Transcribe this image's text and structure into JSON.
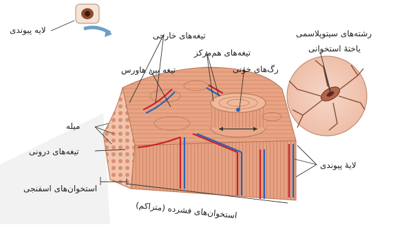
{
  "labels": {
    "connective_layer_top": "لایه پیوندی",
    "outer_lamellae": "تیغه‌های خارجی",
    "concentric_lamellae": "تیغه‌های هم‌مرکز",
    "havers_lamella": "تیغه بین هاورس",
    "blood_vessels": "رگ‌های خونی",
    "cytoplasmic_strands": "رشته‌های سیتوپلاسمی",
    "bone_cell": "یاختهٔ استخوانی",
    "trabeculae": "میله",
    "inner_lamellae": "تیغه‌های درونی",
    "connective_layer_right": "لایهٔ پیوندی",
    "spongy_bone": "استخوان‌های اسفنجی",
    "compact_bone": "استخوان‌های فشرده (متراکم)"
  },
  "colors": {
    "bone": "#e9a98a",
    "bone_dark": "#c97e5f",
    "vessel_red": "#c8202a",
    "vessel_blue": "#2a63b8",
    "cell_bg": "#f3c9b8",
    "leader": "#333333"
  }
}
